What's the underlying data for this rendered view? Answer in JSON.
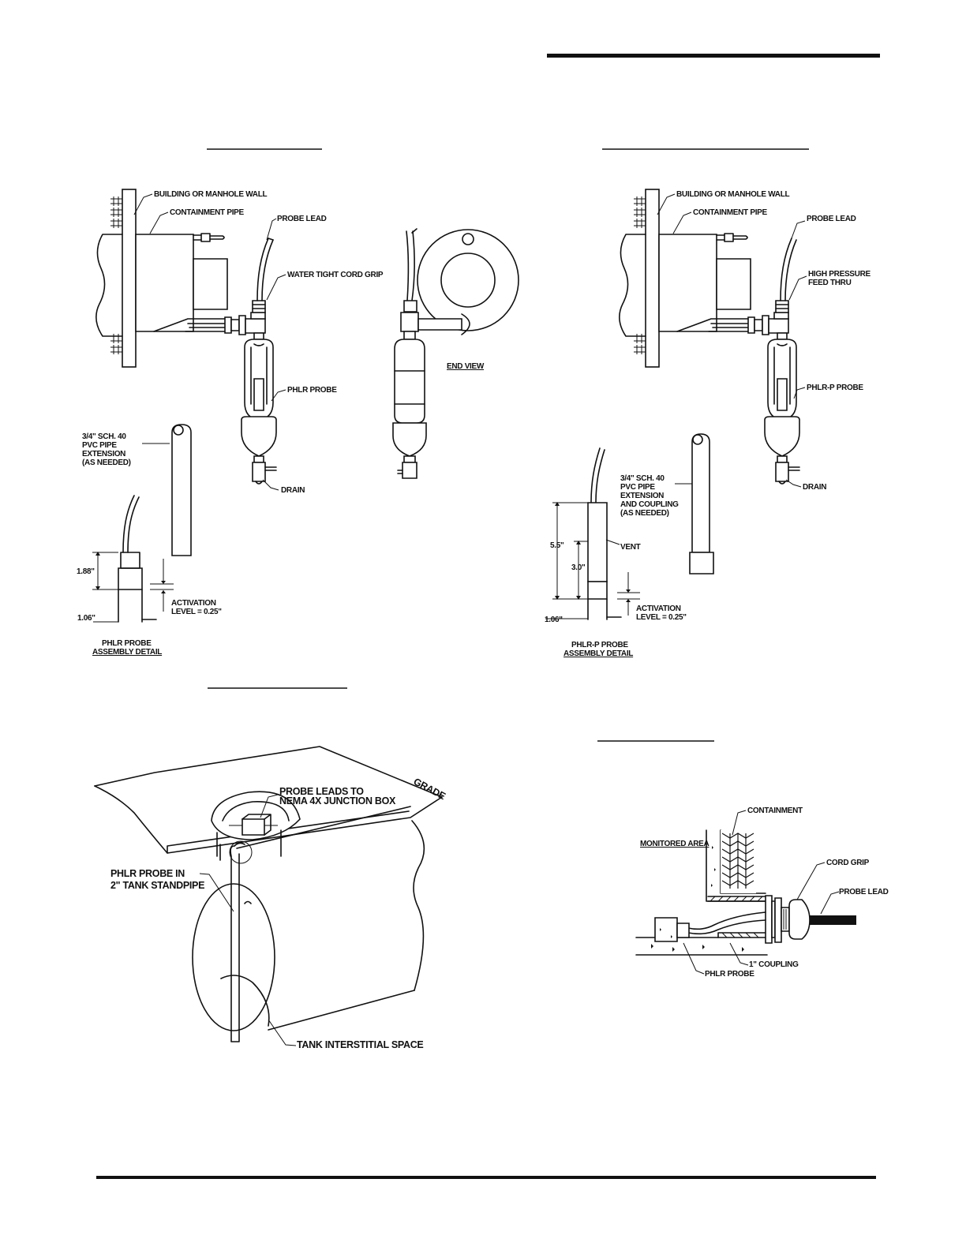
{
  "labels": {
    "building_wall_1": "BUILDING OR MANHOLE WALL",
    "containment_pipe_1": "CONTAINMENT PIPE",
    "probe_lead_1": "PROBE LEAD",
    "cord_grip_1": "WATER TIGHT CORD GRIP",
    "end_view": "END VIEW",
    "phlr_probe_1": "PHLR PROBE",
    "pvc_1": [
      "3/4\" SCH. 40",
      "PVC PIPE",
      "EXTENSION",
      "(AS NEEDED)"
    ],
    "drain_1": "DRAIN",
    "dim_188": "1.88\"",
    "dim_106_1": "1.06\"",
    "activation_1": [
      "ACTIVATION",
      "LEVEL = 0.25\""
    ],
    "detail_1": [
      "PHLR  PROBE",
      "ASSEMBLY DETAIL"
    ],
    "building_wall_2": "BUILDING OR MANHOLE WALL",
    "containment_pipe_2": "CONTAINMENT PIPE",
    "probe_lead_2": "PROBE LEAD",
    "feed_thru": [
      "HIGH PRESSURE",
      "FEED THRU"
    ],
    "phlrp_probe": "PHLR-P PROBE",
    "pvc_2": [
      "3/4\" SCH. 40",
      "PVC PIPE",
      "EXTENSION",
      "AND COUPLING",
      "(AS NEEDED)"
    ],
    "drain_2": "DRAIN",
    "dim_55": "5.5\"",
    "dim_30": "3.0\"",
    "vent": "VENT",
    "dim_106_2": "1.06\"",
    "activation_2": [
      "ACTIVATION",
      "LEVEL = 0.25\""
    ],
    "detail_2": [
      "PHLR-P  PROBE",
      "ASSEMBLY DETAIL"
    ],
    "grade": "GRADE",
    "probe_leads_box": [
      "PROBE LEADS TO",
      "NEMA 4X JUNCTION BOX"
    ],
    "tank_probe": [
      "PHLR PROBE IN",
      "2\" TANK STANDPIPE"
    ],
    "interstitial": "TANK INTERSTITIAL SPACE",
    "containment": "CONTAINMENT",
    "monitored_area": "MONITORED AREA",
    "cord_grip_2": "CORD GRIP",
    "probe_lead_3": "PROBE LEAD",
    "coupling": "1\" COUPLING",
    "phlr_probe_3": "PHLR PROBE"
  }
}
